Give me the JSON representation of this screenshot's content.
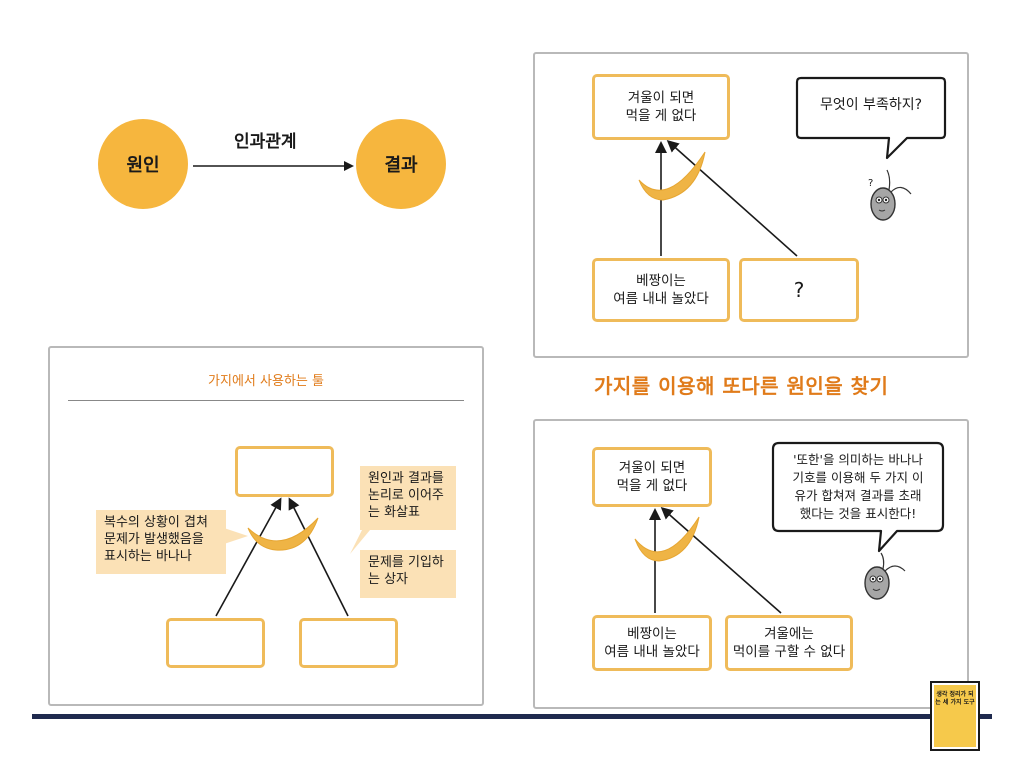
{
  "causal": {
    "cause": "원인",
    "effect": "결과",
    "relation": "인과관계"
  },
  "panel_top": {
    "top_box": "겨울이 되면\n먹을 게 없다",
    "bottom_left_box": "베짱이는\n여름 내내 놀았다",
    "bottom_right_box": "?",
    "bubble": "무엇이 부족하지?",
    "critter_mark": "?"
  },
  "section_heading": "가지를 이용해 또다른 원인을 찾기",
  "panel_tools": {
    "title": "가지에서 사용하는 툴",
    "note_banana": "복수의 상황이 겹쳐\n문제가 발생했음을\n표시하는 바나나",
    "note_arrow": "원인과 결과를\n논리로 이어주\n는 화살표",
    "note_box": "문제를 기입하\n는 상자"
  },
  "panel_bottom": {
    "top_box": "겨울이 되면\n먹을 게 없다",
    "bottom_left_box": "베짱이는\n여름 내내 놀았다",
    "bottom_right_box": "겨울에는\n먹이를 구할 수 없다",
    "bubble": "'또한'을 의미하는 바나나\n기호를 이용해 두 가지 이\n유가 합쳐져 결과를 초래\n했다는 것을 표시한다!"
  },
  "book": {
    "title": "생각 정리가 되는 세 가지 도구"
  },
  "colors": {
    "orange": "#f6b63e",
    "box_border": "#efbb5a",
    "heading": "#e07b1a",
    "note_bg": "#fbe1b6",
    "rule": "#1f2a4e"
  }
}
